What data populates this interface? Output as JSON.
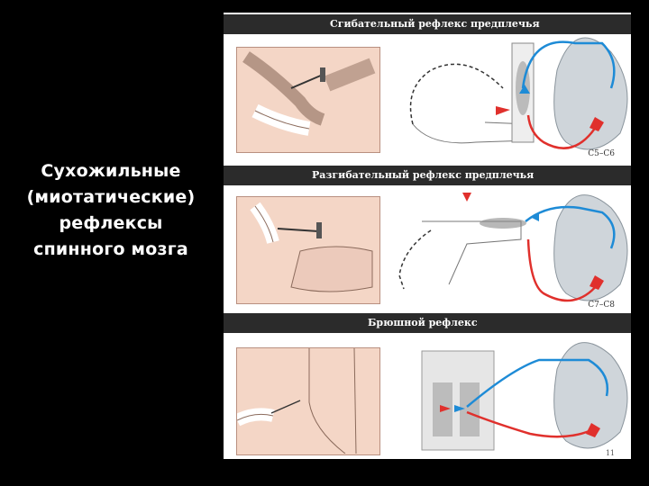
{
  "slide": {
    "title_lines": [
      "Сухожильные",
      "(миотатические)",
      "рефлексы",
      "спинного мозга"
    ]
  },
  "figure": {
    "panels": [
      {
        "heading": "Сгибательный рефлекс предплечья",
        "segment": "C5–C6"
      },
      {
        "heading": "Разгибательный рефлекс предплечья",
        "segment": "C7–C8"
      },
      {
        "heading": "Брюшной рефлекс",
        "segment": ""
      }
    ],
    "bottom_mark": "11"
  },
  "colors": {
    "background": "#000000",
    "figure_bg": "#ffffff",
    "band": "#2b2b2b",
    "skin": "#f4d6c6",
    "afferent": "#1e8bd6",
    "efferent": "#e0302c",
    "cord": "#cfd5da"
  }
}
